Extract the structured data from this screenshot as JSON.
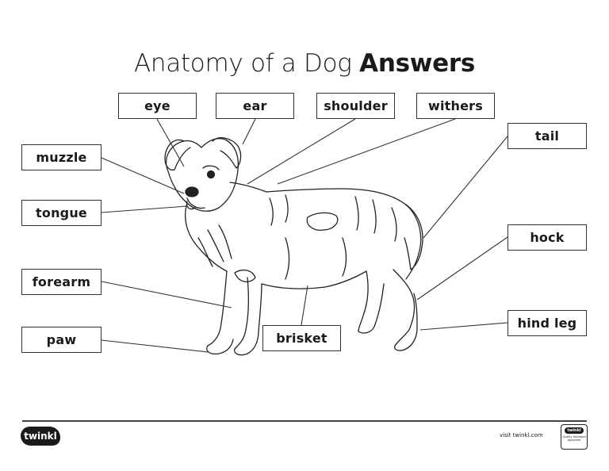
{
  "title": {
    "main": "Anatomy of a Dog",
    "bold": "Answers"
  },
  "labels": {
    "eye": "eye",
    "ear": "ear",
    "shoulder": "shoulder",
    "withers": "withers",
    "tail": "tail",
    "muzzle": "muzzle",
    "tongue": "tongue",
    "hock": "hock",
    "forearm": "forearm",
    "hind_leg": "hind leg",
    "paw": "paw",
    "brisket": "brisket"
  },
  "footer": {
    "logo": "twinkl",
    "visit": "visit twinkl.com",
    "badge_logo": "twinkl",
    "badge_text": "Quality Standard Approved"
  },
  "colors": {
    "ink": "#1a1a1a",
    "line": "#333333"
  }
}
